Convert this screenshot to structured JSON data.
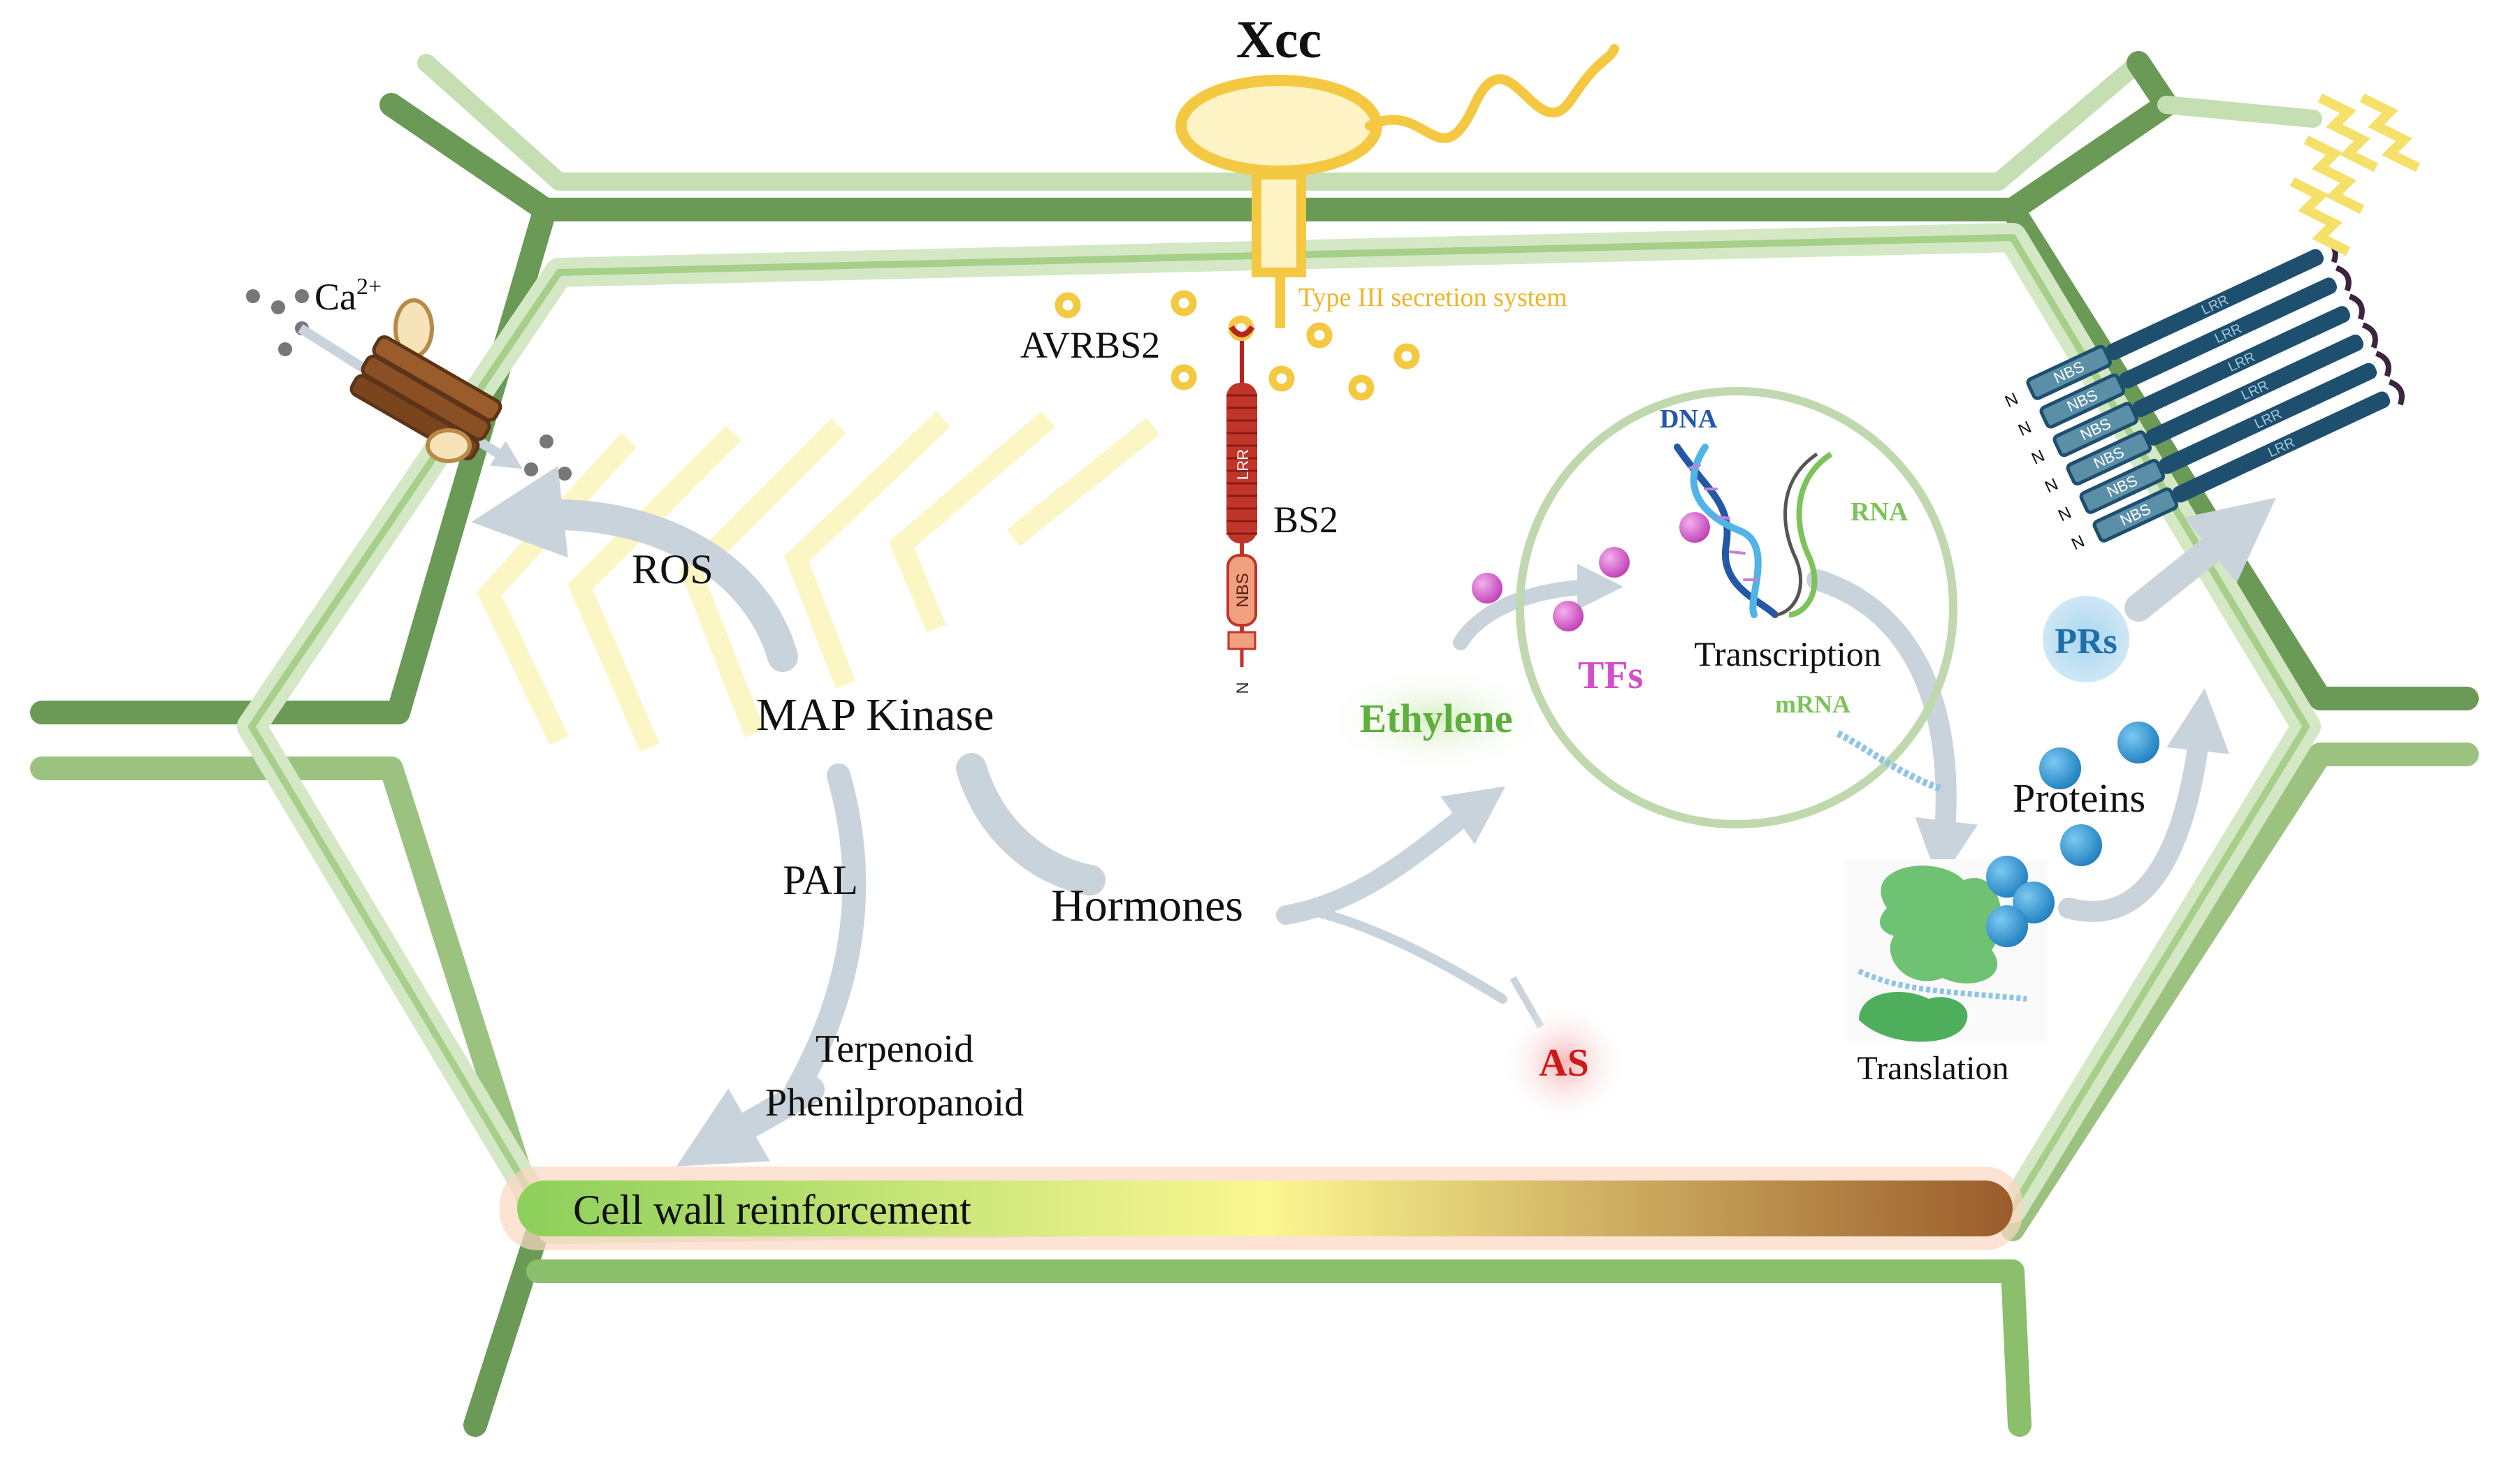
{
  "labels": {
    "pathogen": "Xcc",
    "secretion": "Type III  secretion system",
    "calcium_base": "Ca",
    "calcium_sup": "2+",
    "effector": "AVRBS2",
    "receptor": "BS2",
    "lrr": "LRR",
    "nbs": "NBS",
    "n_terminus": "N",
    "ros": "ROS",
    "map_kinase": "MAP Kinase",
    "pal": "PAL",
    "hormones": "Hormones",
    "terpenoid": "Terpenoid",
    "phenylpropanoid": "Phenilpropanoid",
    "ethylene": "Ethylene",
    "as": "AS",
    "tfs": "TFs",
    "dna": "DNA",
    "rna": "RNA",
    "transcription": "Transcription",
    "mrna": "mRNA",
    "translation": "Translation",
    "proteins": "Proteins",
    "prs": "PRs",
    "cell_wall": "Cell wall reinforcement"
  },
  "colors": {
    "wall_dark": "#6a9a55",
    "wall_light": "#c6dfb2",
    "pathogen_yellow": "#f5c842",
    "secretion_text": "#f0b429",
    "receptor_red": "#b3261e",
    "nbs_salmon": "#f0a07f",
    "ethylene_green": "#5fae3e",
    "as_red": "#cc1a1a",
    "tfs_magenta": "#d24fc8",
    "dna_blue": "#2457a6",
    "rna_green": "#7cc35a",
    "protein_blue": "#2f95d3",
    "prr_navy": "#1e4f6e",
    "arrow_grey": "#c9d3dc"
  }
}
